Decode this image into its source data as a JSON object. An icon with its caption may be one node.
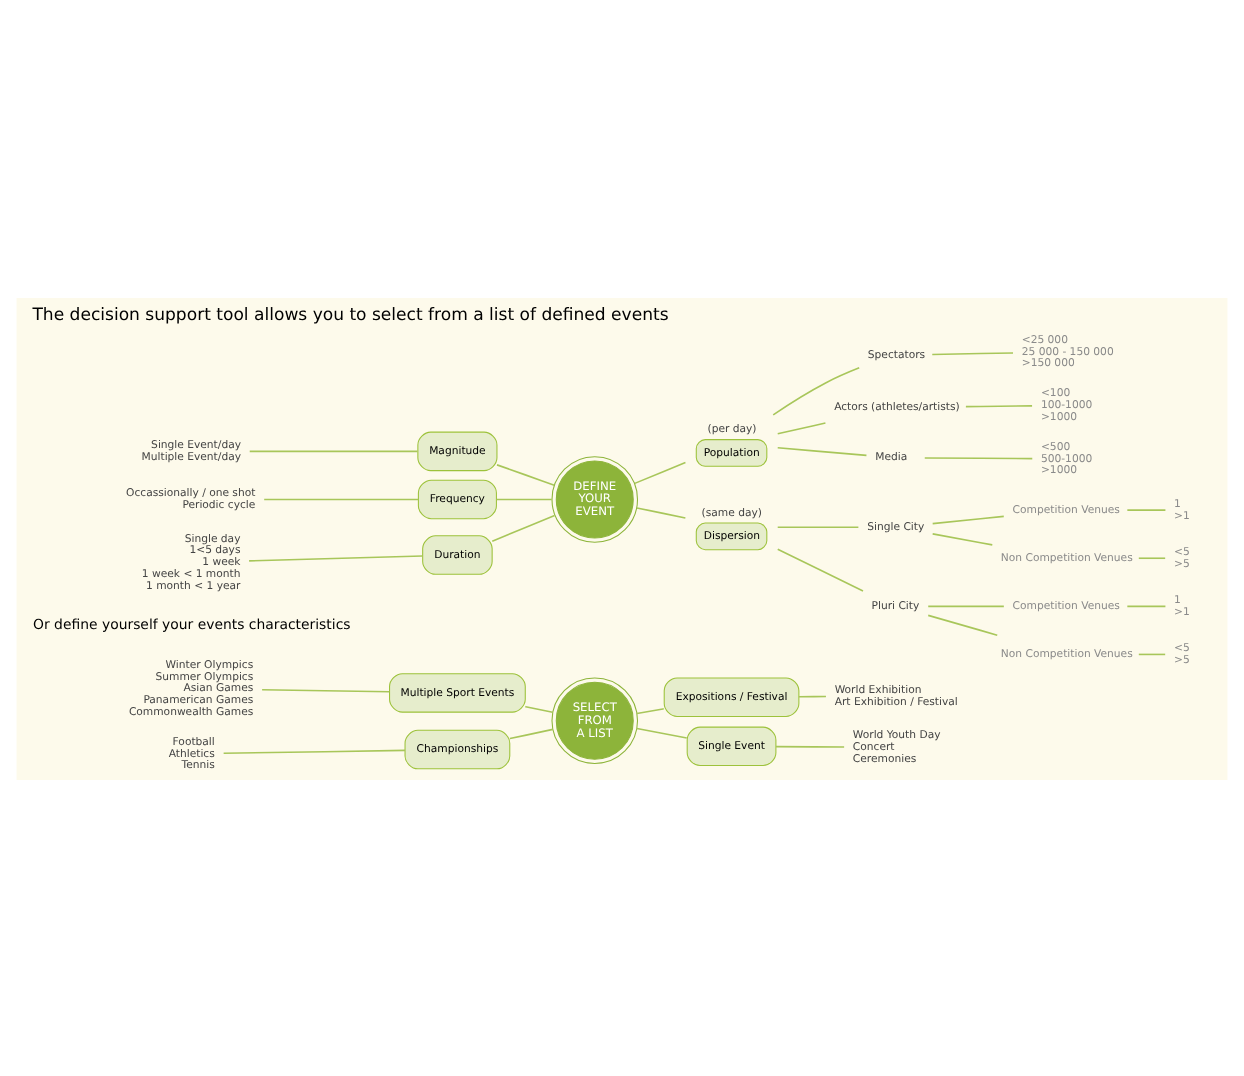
{
  "diagram": {
    "title": "The decision support tool allows you to select from a list of defined events",
    "nodes": [
      {
        "text": [
          "SELECT FROM A LIST"
        ]
      },
      {
        "text": [
          "Multiple Sport Events"
        ]
      },
      {
        "text": [
          "Winter Olympics",
          "Summer Olympics",
          "Asian Games",
          "Panamerican Games",
          "Commonwealth Games"
        ]
      },
      {
        "text": [
          "Expositions / Festival"
        ]
      },
      {
        "text": [
          "World Exhibition",
          "Art Exhibition / Festival"
        ]
      },
      {
        "text": [
          "Championships"
        ]
      },
      {
        "text": [
          "Football",
          "Athletics",
          "Tennis"
        ]
      },
      {
        "text": [
          "Single Event"
        ]
      },
      {
        "text": [
          "World Youth Day",
          "Concert",
          "Ceremonies"
        ]
      },
      {
        "text": [
          "DEFINE YOUR EVENT"
        ]
      },
      {
        "text": [
          "Magnitude"
        ]
      },
      {
        "text": [
          "Single Event/day",
          "Multiple Event/day"
        ]
      },
      {
        "text": [
          "Population"
        ],
        "beside": [
          "(per day)"
        ]
      },
      {
        "text": [
          "Spectators"
        ]
      },
      {
        "text": [
          "<25 000",
          "25 000 - 150 000",
          ">150 000"
        ]
      },
      {
        "text": [
          "Actors (athletes/artists)"
        ]
      },
      {
        "text": [
          "<100",
          "100-1000",
          ">1000"
        ]
      },
      {
        "text": [
          "Media"
        ]
      },
      {
        "text": [
          "<500",
          "500-1000",
          ">1000"
        ]
      },
      {
        "text": [
          "Frequency"
        ]
      },
      {
        "text": [
          "Occassionally / one shot",
          "Periodic cycle"
        ]
      },
      {
        "text": [
          "Duration"
        ]
      },
      {
        "text": [
          "Single day",
          "1<5 days",
          "1 week",
          "1 week < 1 month",
          "1 month < 1 year"
        ]
      },
      {
        "text": [
          "Dispersion"
        ],
        "beside": [
          "(same day)"
        ]
      },
      {
        "text": [
          "Single City"
        ]
      },
      {
        "text": [
          "Competition Venues"
        ]
      },
      {
        "text": [
          "1",
          ">1"
        ]
      },
      {
        "text": [
          "Non Competition Venues"
        ]
      },
      {
        "text": [
          "<5",
          ">5"
        ]
      },
      {
        "text": [
          "Pluri City"
        ]
      },
      {
        "text": [
          "Competition Venues"
        ]
      },
      {
        "text": [
          "1",
          ">1"
        ]
      },
      {
        "text": [
          "Non Competition Venues"
        ]
      },
      {
        "text": [
          "<5",
          ">5"
        ]
      }
    ],
    "edges": [
      {
        "from": 2,
        "to": 1,
        "arrow": "none"
      },
      {
        "from": 1,
        "to": 0,
        "arrow": "none"
      },
      {
        "from": 0,
        "to": 3,
        "arrow": "none"
      },
      {
        "from": 3,
        "to": 4,
        "arrow": "none"
      },
      {
        "from": 6,
        "to": 5,
        "arrow": "none"
      },
      {
        "from": 5,
        "to": 0,
        "arrow": "none"
      },
      {
        "from": 0,
        "to": 7,
        "arrow": "none"
      },
      {
        "from": 7,
        "to": 8,
        "arrow": "none"
      },
      {
        "from": 11,
        "to": 10,
        "arrow": "none"
      },
      {
        "from": 10,
        "to": 9,
        "arrow": "none"
      },
      {
        "from": 9,
        "to": 12,
        "arrow": "none"
      },
      {
        "from": 12,
        "to": 13,
        "arrow": "none"
      },
      {
        "from": 13,
        "to": 14,
        "arrow": "none"
      },
      {
        "from": 12,
        "to": 15,
        "arrow": "none"
      },
      {
        "from": 15,
        "to": 16,
        "arrow": "none"
      },
      {
        "from": 12,
        "to": 17,
        "arrow": "none"
      },
      {
        "from": 17,
        "to": 18,
        "arrow": "none"
      },
      {
        "from": 20,
        "to": 19,
        "arrow": "none"
      },
      {
        "from": 19,
        "to": 9,
        "arrow": "none"
      },
      {
        "from": 22,
        "to": 21,
        "arrow": "none"
      },
      {
        "from": 21,
        "to": 9,
        "arrow": "none"
      },
      {
        "from": 9,
        "to": 23,
        "arrow": "none"
      },
      {
        "from": 23,
        "to": 24,
        "arrow": "none"
      },
      {
        "from": 24,
        "to": 25,
        "arrow": "none"
      },
      {
        "from": 25,
        "to": 26,
        "arrow": "none"
      },
      {
        "from": 24,
        "to": 27,
        "arrow": "none"
      },
      {
        "from": 27,
        "to": 28,
        "arrow": "none"
      },
      {
        "from": 23,
        "to": 29,
        "arrow": "none"
      },
      {
        "from": 29,
        "to": 30,
        "arrow": "none"
      },
      {
        "from": 30,
        "to": 31,
        "arrow": "none"
      },
      {
        "from": 29,
        "to": 32,
        "arrow": "none"
      },
      {
        "from": 32,
        "to": 33,
        "arrow": "none"
      }
    ],
    "labels": [
      "Or define yourself your events characteristics"
    ]
  }
}
